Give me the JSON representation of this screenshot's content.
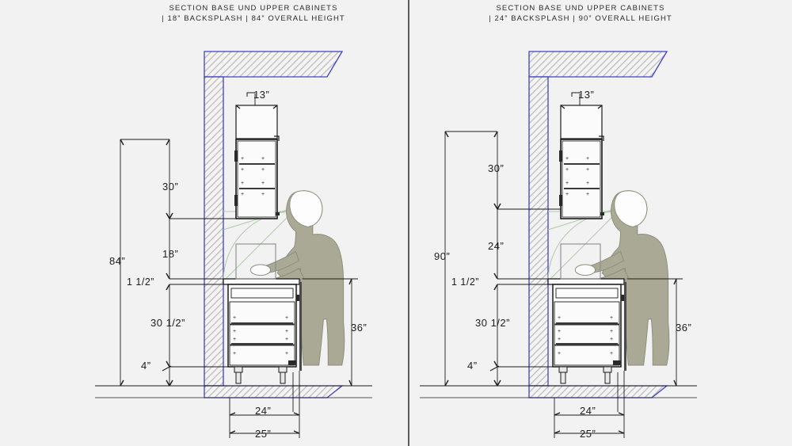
{
  "sheet": {
    "background": "#f2f2f3",
    "divider_color": "#1a1a1a",
    "wall_outline_color": "#4040c8",
    "hatch_color": "#b9b9b9",
    "line_color": "#1c1c1c",
    "figure_color": "#a9a995",
    "reach_arc_color": "#aecaa8"
  },
  "panels": [
    {
      "id": "left",
      "title_line1": "SECTION BASE UND UPPER CABINETS",
      "title_line2": "| 18” BACKSPLASH | 84” OVERALL HEIGHT",
      "backsplash": "18”",
      "overall_height": "84”",
      "dimensions": {
        "overall": "84”",
        "upper_cabinet_height": "30”",
        "backsplash_height": "18”",
        "countertop_thickness": "1  1/2”",
        "base_cabinet_height": "30  1/2”",
        "toe_kick": "4”",
        "counter_height": "36”",
        "upper_depth": "13”",
        "base_depth": "24”",
        "counter_depth": "25”"
      }
    },
    {
      "id": "right",
      "title_line1": "SECTION BASE UND UPPER CABINETS",
      "title_line2": "| 24” BACKSPLASH | 90” OVERALL HEIGHT",
      "backsplash": "24”",
      "overall_height": "90”",
      "dimensions": {
        "overall": "90”",
        "upper_cabinet_height": "30”",
        "backsplash_height": "24”",
        "countertop_thickness": "1  1/2”",
        "base_cabinet_height": "30  1/2”",
        "toe_kick": "4”",
        "counter_height": "36”",
        "upper_depth": "13”",
        "base_depth": "24”",
        "counter_depth": "25”"
      }
    }
  ]
}
